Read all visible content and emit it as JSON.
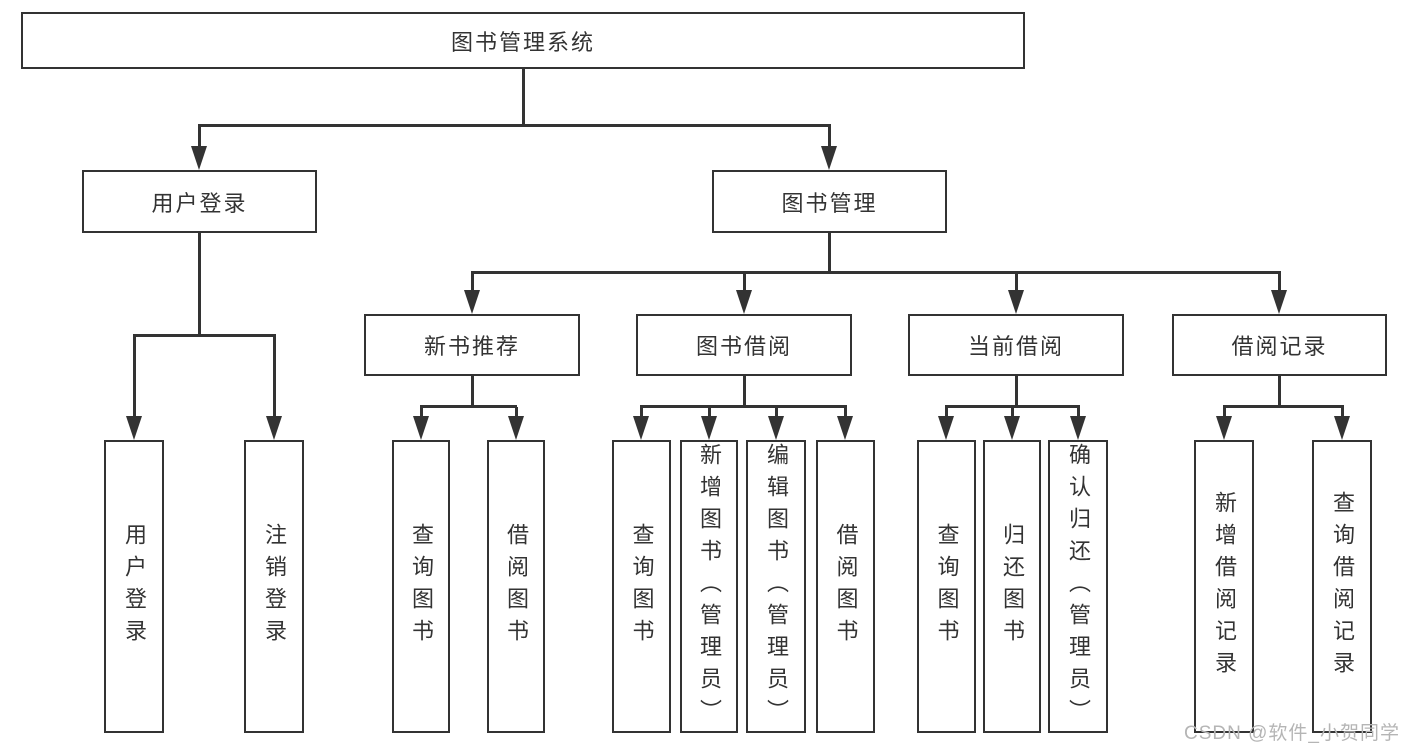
{
  "title": "图书管理系统",
  "tree": {
    "label": "图书管理系统",
    "children": [
      {
        "label": "用户登录",
        "children": [
          {
            "label": "用户登录"
          },
          {
            "label": "注销登录"
          }
        ]
      },
      {
        "label": "图书管理",
        "children": [
          {
            "label": "新书推荐",
            "children": [
              {
                "label": "查询图书"
              },
              {
                "label": "借阅图书"
              }
            ]
          },
          {
            "label": "图书借阅",
            "children": [
              {
                "label": "查询图书"
              },
              {
                "label": "新增图书（管理员）"
              },
              {
                "label": "编辑图书（管理员）"
              },
              {
                "label": "借阅图书"
              }
            ]
          },
          {
            "label": "当前借阅",
            "children": [
              {
                "label": "查询图书"
              },
              {
                "label": "归还图书"
              },
              {
                "label": "确认归还（管理员）"
              }
            ]
          },
          {
            "label": "借阅记录",
            "children": [
              {
                "label": "新增借阅记录"
              },
              {
                "label": "查询借阅记录"
              }
            ]
          }
        ]
      }
    ]
  },
  "watermark": "CSDN @软件_小贺同学",
  "colors": {
    "line": "#333333",
    "text": "#333333",
    "background": "#ffffff",
    "watermark": "#b5b5b5"
  }
}
